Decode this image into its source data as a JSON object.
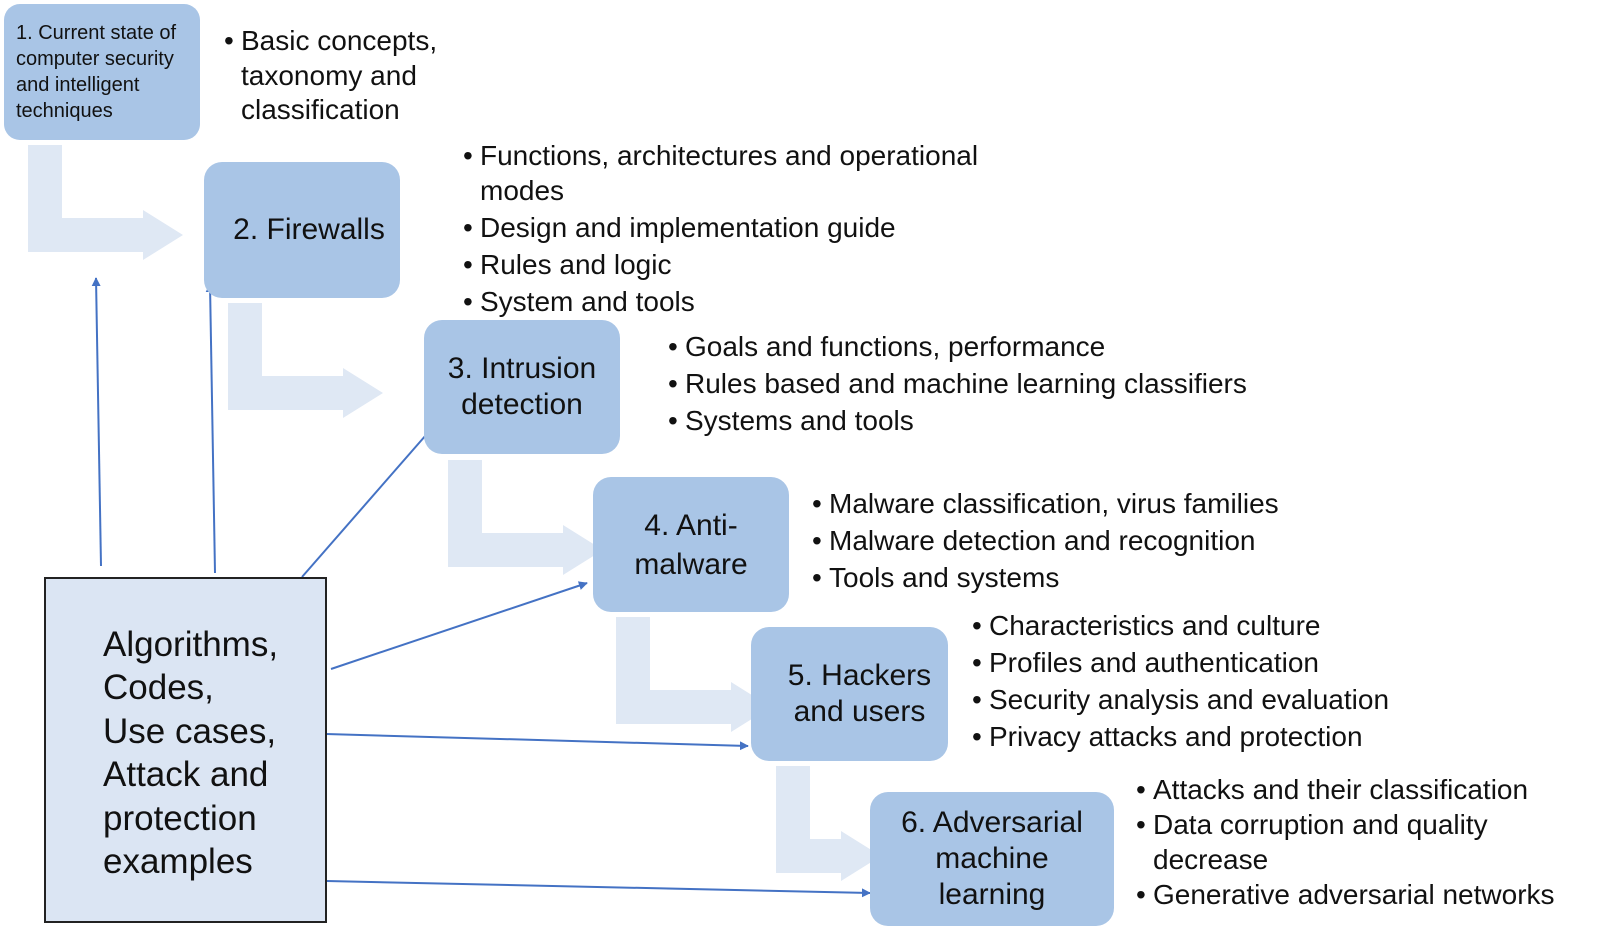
{
  "colors": {
    "step_box_fill": "#a9c5e6",
    "source_box_fill": "#dbe5f3",
    "source_box_border": "#222222",
    "flow_arrow_fill": "#dfe8f4",
    "connector_arrow": "#4472c4",
    "text": "#111111"
  },
  "steps": [
    {
      "label": "1. Current state of\ncomputer security\nand intelligent\ntechniques",
      "bullets": [
        "Basic concepts,\ntaxonomy and\nclassification"
      ]
    },
    {
      "label": "2. Firewalls",
      "bullets": [
        "Functions, architectures and operational\nmodes",
        "Design and implementation guide",
        "Rules and logic",
        "System and tools"
      ]
    },
    {
      "label": "3. Intrusion\ndetection",
      "bullets": [
        "Goals and functions, performance",
        "Rules based and machine learning classifiers",
        "Systems and tools"
      ]
    },
    {
      "label": "4. Anti-\nmalware",
      "bullets": [
        "Malware classification, virus families",
        "Malware detection and recognition",
        "Tools and systems"
      ]
    },
    {
      "label": "5. Hackers\nand users",
      "bullets": [
        "Characteristics and culture",
        "Profiles and authentication",
        "Security analysis and evaluation",
        "Privacy attacks and protection"
      ]
    },
    {
      "label": "6. Adversarial\nmachine\nlearning",
      "bullets": [
        "Attacks and their classification",
        "Data corruption and quality\ndecrease",
        "Generative adversarial networks"
      ]
    }
  ],
  "source_box": {
    "label": "Algorithms,\nCodes,\nUse cases,\nAttack and\nprotection\nexamples"
  }
}
